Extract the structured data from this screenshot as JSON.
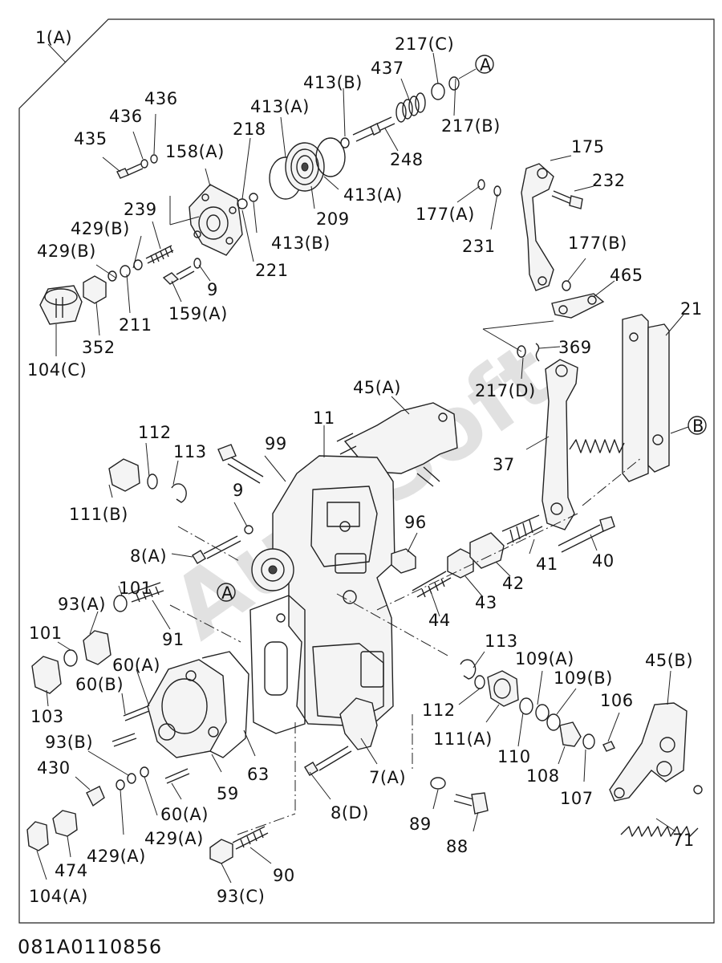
{
  "frame_label": "1(A)",
  "drawing_code": "081A0110856",
  "watermark": "AutoSoft",
  "ref_markers": {
    "a": "A",
    "b": "B"
  },
  "callouts": {
    "c217C": "217(C)",
    "c437": "437",
    "c413B_top": "413(B)",
    "c413A_top": "413(A)",
    "c436a": "436",
    "c436b": "436",
    "c435": "435",
    "c218": "218",
    "c158A": "158(A)",
    "c248": "248",
    "c175": "175",
    "c232": "232",
    "c217B": "217(B)",
    "c413A_mid": "413(A)",
    "c209": "209",
    "c413B_mid": "413(B)",
    "c221": "221",
    "c239": "239",
    "c429B_1": "429(B)",
    "c429B_2": "429(B)",
    "c9_top": "9",
    "c159A": "159(A)",
    "c211": "211",
    "c352": "352",
    "c104C": "104(C)",
    "c177A": "177(A)",
    "c231": "231",
    "c177B": "177(B)",
    "c465": "465",
    "c21": "21",
    "c369": "369",
    "c217D": "217(D)",
    "c45A": "45(A)",
    "c11": "11",
    "c99": "99",
    "c112_top": "112",
    "c113_top": "113",
    "c111B": "111(B)",
    "c9_mid": "9",
    "c8A": "8(A)",
    "c96": "96",
    "c37": "37",
    "c41": "41",
    "c40": "40",
    "c42": "42",
    "c43": "43",
    "c44": "44",
    "c101a": "101",
    "c93A": "93(A)",
    "c101b": "101",
    "c91": "91",
    "c103": "103",
    "c60A_top": "60(A)",
    "c60B": "60(B)",
    "c93B": "93(B)",
    "c430": "430",
    "c429A_1": "429(A)",
    "c474": "474",
    "c429A_2": "429(A)",
    "c104A": "104(A)",
    "c60A_bot": "60(A)",
    "c59": "59",
    "c63": "63",
    "c8D": "8(D)",
    "c90": "90",
    "c93C": "93(C)",
    "c7A": "7(A)",
    "c89": "89",
    "c88": "88",
    "c113_bot": "113",
    "c112_bot": "112",
    "c111A": "111(A)",
    "c110": "110",
    "c109A": "109(A)",
    "c109B": "109(B)",
    "c108": "108",
    "c107": "107",
    "c106": "106",
    "c45B": "45(B)",
    "c71": "71"
  }
}
